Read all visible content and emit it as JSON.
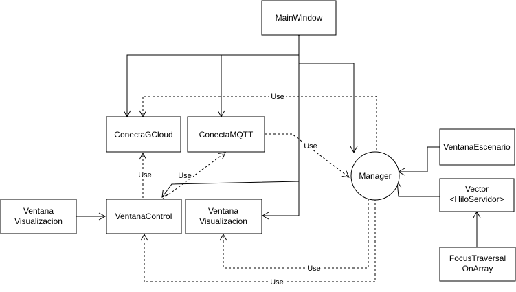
{
  "diagram": {
    "nodes": {
      "main_window": [
        "MainWindow"
      ],
      "conecta_gcloud": [
        "ConectaGCloud"
      ],
      "conecta_mqtt": [
        "ConectaMQTT"
      ],
      "ventana_visualizacion_left": [
        "Ventana",
        "Visualizacion"
      ],
      "ventana_control": [
        "VentanaControl"
      ],
      "ventana_visualizacion_mid": [
        "Ventana",
        "Visualizacion"
      ],
      "manager": [
        "Manager"
      ],
      "ventana_escenario": [
        "VentanaEscenario"
      ],
      "vector_hilo_servidor": [
        "Vector",
        "<HiloServidor>"
      ],
      "focus_traversal_on_array": [
        "FocusTraversal",
        "OnArray"
      ]
    },
    "edge_labels": {
      "use_manager_gcloud": "Use",
      "use_mqtt_manager": "Use",
      "use_control_gcloud": "Use",
      "use_control_mqtt": "Use",
      "use_manager_visualizacion": "Use",
      "use_manager_control": "Use"
    }
  }
}
